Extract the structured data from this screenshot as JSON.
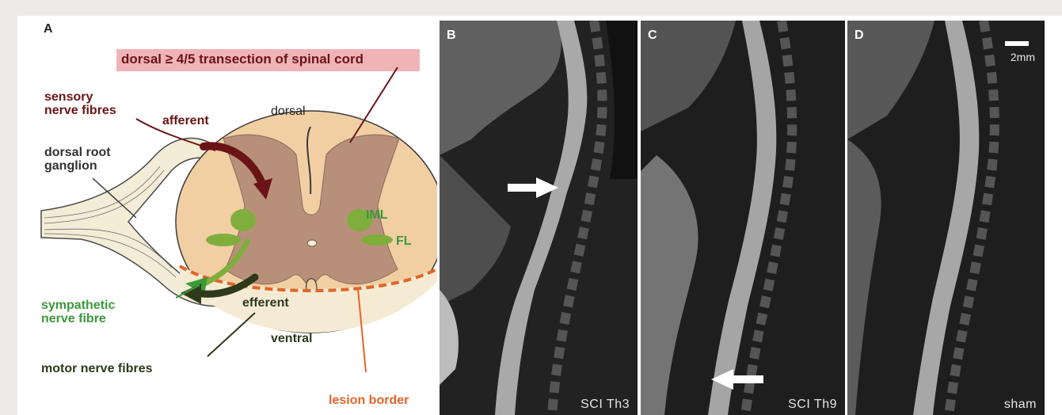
{
  "panel_a": {
    "letter": "A",
    "title": "dorsal ≥ 4/5 transection of spinal cord",
    "labels": {
      "sensory": "sensory\nnerve fibres",
      "afferent": "afferent",
      "dorsal": "dorsal",
      "drg": "dorsal root\nganglion",
      "iml": "IML",
      "fl": "FL",
      "sympathetic": "sympathetic\nnerve fibre",
      "efferent": "efferent",
      "ventral": "ventral",
      "motor": "motor nerve fibres",
      "lesion": "lesion border"
    }
  },
  "panels": [
    {
      "letter": "B",
      "caption": "SCI  Th3",
      "arrow": "white arrow at lesion"
    },
    {
      "letter": "C",
      "caption": "SCI  Th9",
      "arrow": "white arrow at lesion"
    },
    {
      "letter": "D",
      "caption": "sham",
      "scale_bar": "2mm"
    }
  ],
  "colors": {
    "dark_red": "#6b1416",
    "green": "#3a9a3a",
    "dark_green": "#2e3a1a",
    "orange": "#e2642a",
    "title_bg": "#f0b4b6",
    "white_matter": "#f1cfa3",
    "gray_matter": "#b8907a"
  }
}
